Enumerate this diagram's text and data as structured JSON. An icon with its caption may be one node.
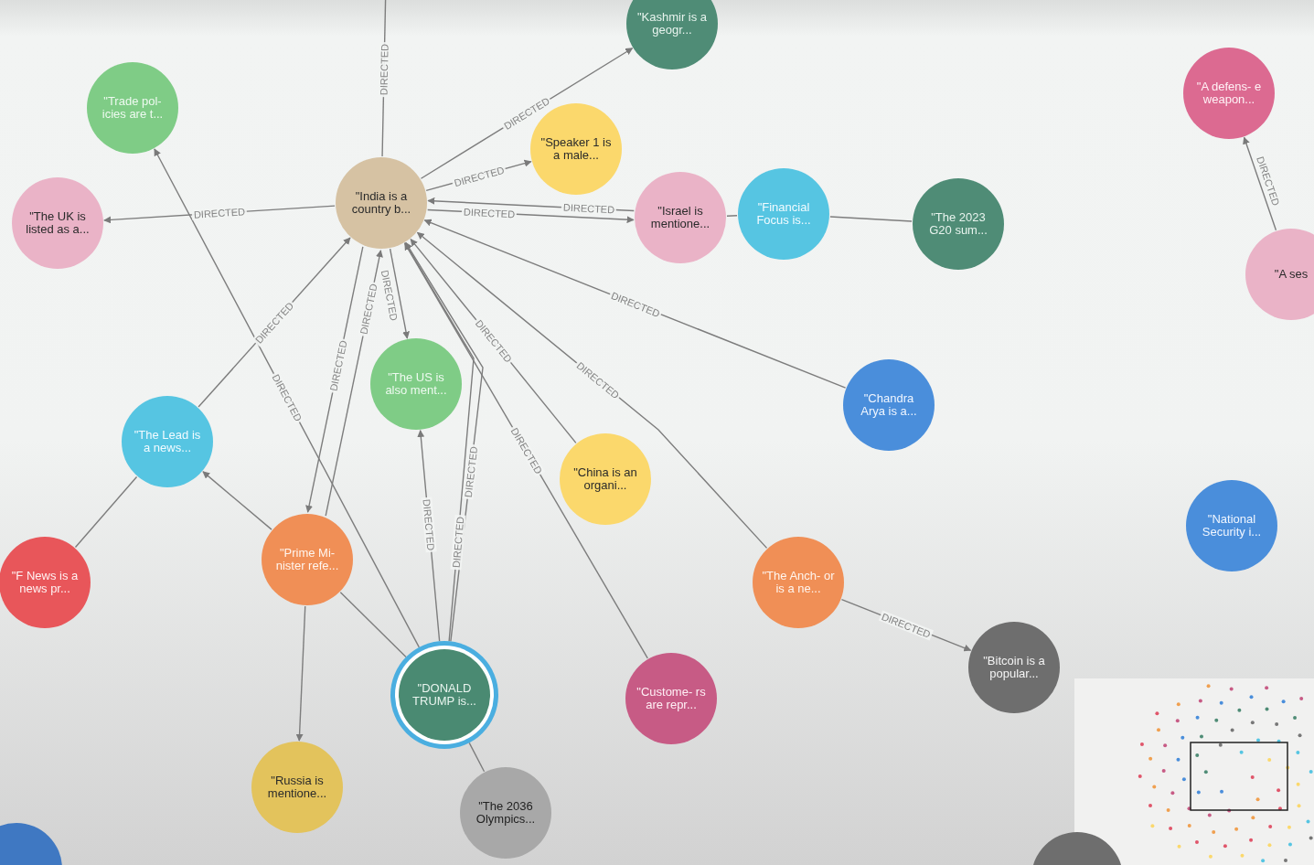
{
  "diagram": {
    "nodes": [
      {
        "text": [
          "\"India is a country b..."
        ]
      },
      {
        "text": [
          "\"Kashmir is a geogr..."
        ]
      },
      {
        "text": [
          "\"Trade pol- icies are t..."
        ]
      },
      {
        "text": [
          "\"Speaker 1 is a male..."
        ]
      },
      {
        "text": [
          "\"The UK is listed as a..."
        ]
      },
      {
        "text": [
          "\"Israel is mentione..."
        ]
      },
      {
        "text": [
          "\"Financial Focus is..."
        ]
      },
      {
        "text": [
          "\"The 2023 G20 sum..."
        ]
      },
      {
        "text": [
          "\"A defens- e weapon..."
        ]
      },
      {
        "text": [
          "\"A ses"
        ]
      },
      {
        "text": [
          "\"The US is also ment..."
        ]
      },
      {
        "text": [
          "\"Chandra Arya is a..."
        ]
      },
      {
        "text": [
          "\"The Lead is a news..."
        ]
      },
      {
        "text": [
          "\"China is an organi..."
        ]
      },
      {
        "text": [
          "\"National Security i..."
        ]
      },
      {
        "text": [
          "\"F News is a news pr..."
        ]
      },
      {
        "text": [
          "\"Prime Mi- nister refe..."
        ]
      },
      {
        "text": [
          "\"The Anch- or is a ne..."
        ]
      },
      {
        "text": [
          "\"Bitcoin is a popular..."
        ]
      },
      {
        "text": [
          "\"DONALD TRUMP is..."
        ]
      },
      {
        "text": [
          "\"Custome- rs are repr..."
        ]
      },
      {
        "text": [
          "\"Russia is mentione..."
        ]
      },
      {
        "text": [
          "\"The 2036 Olympics..."
        ]
      },
      {
        "text": [],
        "shape": "circle"
      },
      {
        "text": [],
        "shape": "circle"
      }
    ],
    "edges": [
      {
        "from": 0,
        "to": null,
        "arrow": "none",
        "label": "DIRECTED"
      },
      {
        "from": 0,
        "to": 1,
        "arrow": "to",
        "label": "DIRECTED"
      },
      {
        "from": 0,
        "to": 3,
        "arrow": "to",
        "label": "DIRECTED"
      },
      {
        "from": 0,
        "to": 4,
        "arrow": "to",
        "label": "DIRECTED"
      },
      {
        "from": 0,
        "to": 5,
        "arrow": "to",
        "label": "DIRECTED"
      },
      {
        "from": 5,
        "to": 0,
        "arrow": "to",
        "label": "DIRECTED"
      },
      {
        "from": 19,
        "to": 2,
        "arrow": "to",
        "label": "DIRECTED"
      },
      {
        "from": 12,
        "to": 0,
        "arrow": "to",
        "label": "DIRECTED"
      },
      {
        "from": 5,
        "to": 6,
        "arrow": "none"
      },
      {
        "from": 6,
        "to": 7,
        "arrow": "none"
      },
      {
        "from": 11,
        "to": 0,
        "arrow": "to",
        "label": "DIRECTED"
      },
      {
        "from": 0,
        "to": 10,
        "arrow": "to",
        "label": "DIRECTED"
      },
      {
        "from": 13,
        "to": 0,
        "arrow": "to",
        "label": "DIRECTED"
      },
      {
        "from": 17,
        "to": 0,
        "arrow": "to",
        "label": "DIRECTED"
      },
      {
        "from": 20,
        "to": 0,
        "arrow": "to",
        "label": "DIRECTED"
      },
      {
        "from": 0,
        "to": 16,
        "arrow": "to",
        "label": "DIRECTED"
      },
      {
        "from": 16,
        "to": 0,
        "arrow": "to",
        "label": "DIRECTED"
      },
      {
        "from": 19,
        "to": 0,
        "arrow": "to",
        "label": "DIRECTED"
      },
      {
        "from": 19,
        "to": 10,
        "arrow": "to",
        "label": "DIRECTED"
      },
      {
        "from": 19,
        "to": 0,
        "arrow": "to",
        "label": "DIRECTED"
      },
      {
        "from": 16,
        "to": 19,
        "arrow": "none"
      },
      {
        "from": 16,
        "to": 12,
        "arrow": "to"
      },
      {
        "from": 16,
        "to": 21,
        "arrow": "to"
      },
      {
        "from": 12,
        "to": 15,
        "arrow": "none"
      },
      {
        "from": 19,
        "to": 22,
        "arrow": "none"
      },
      {
        "from": 17,
        "to": 18,
        "arrow": "to",
        "label": "DIRECTED"
      },
      {
        "from": 9,
        "to": 8,
        "arrow": "to",
        "label": "DIRECTED"
      }
    ]
  }
}
